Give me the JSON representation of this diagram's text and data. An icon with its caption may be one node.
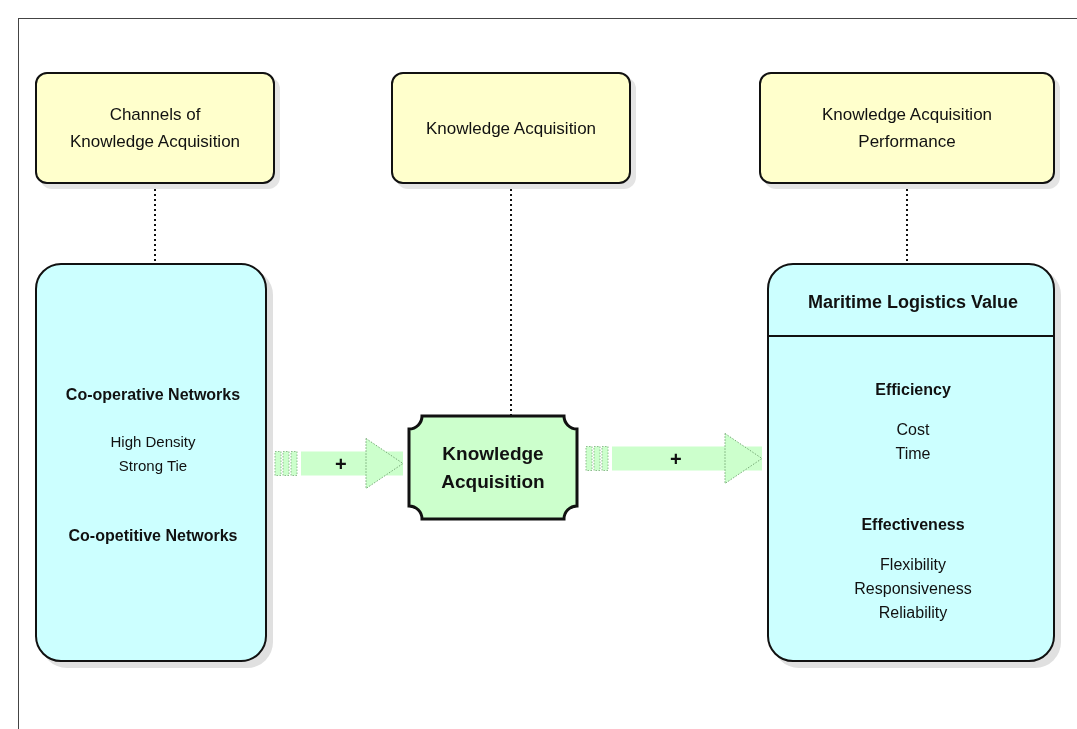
{
  "diagram": {
    "nodes": [
      {
        "text": [
          "Channels of Knowledge Acquisition"
        ]
      },
      {
        "text": [
          "Knowledge Acquisition"
        ]
      },
      {
        "text": [
          "Knowledge Acquisition Performance"
        ]
      },
      {
        "text": [
          "Co-operative Networks",
          "High Density Strong Tie",
          "Co-opetitive Networks"
        ]
      },
      {
        "text": [
          "Knowledge Acquisition"
        ]
      },
      {
        "text": [
          "Maritime Logistics Value",
          "Efficiency",
          "Cost Time",
          "Effectiveness",
          "Flexibility Responsiveness Reliability"
        ]
      }
    ],
    "edges": [
      {
        "from": 0,
        "to": 3,
        "arrow": "none",
        "style": "dashed"
      },
      {
        "from": 1,
        "to": 4,
        "arrow": "none",
        "style": "dashed"
      },
      {
        "from": 2,
        "to": 5,
        "arrow": "none",
        "style": "dashed"
      },
      {
        "from": 3,
        "to": 4,
        "arrow": "to",
        "label": "+",
        "style": "thick",
        "color": "#ccffcc"
      },
      {
        "from": 4,
        "to": 5,
        "arrow": "to",
        "label": "+",
        "style": "thick",
        "color": "#ccffcc"
      }
    ]
  }
}
